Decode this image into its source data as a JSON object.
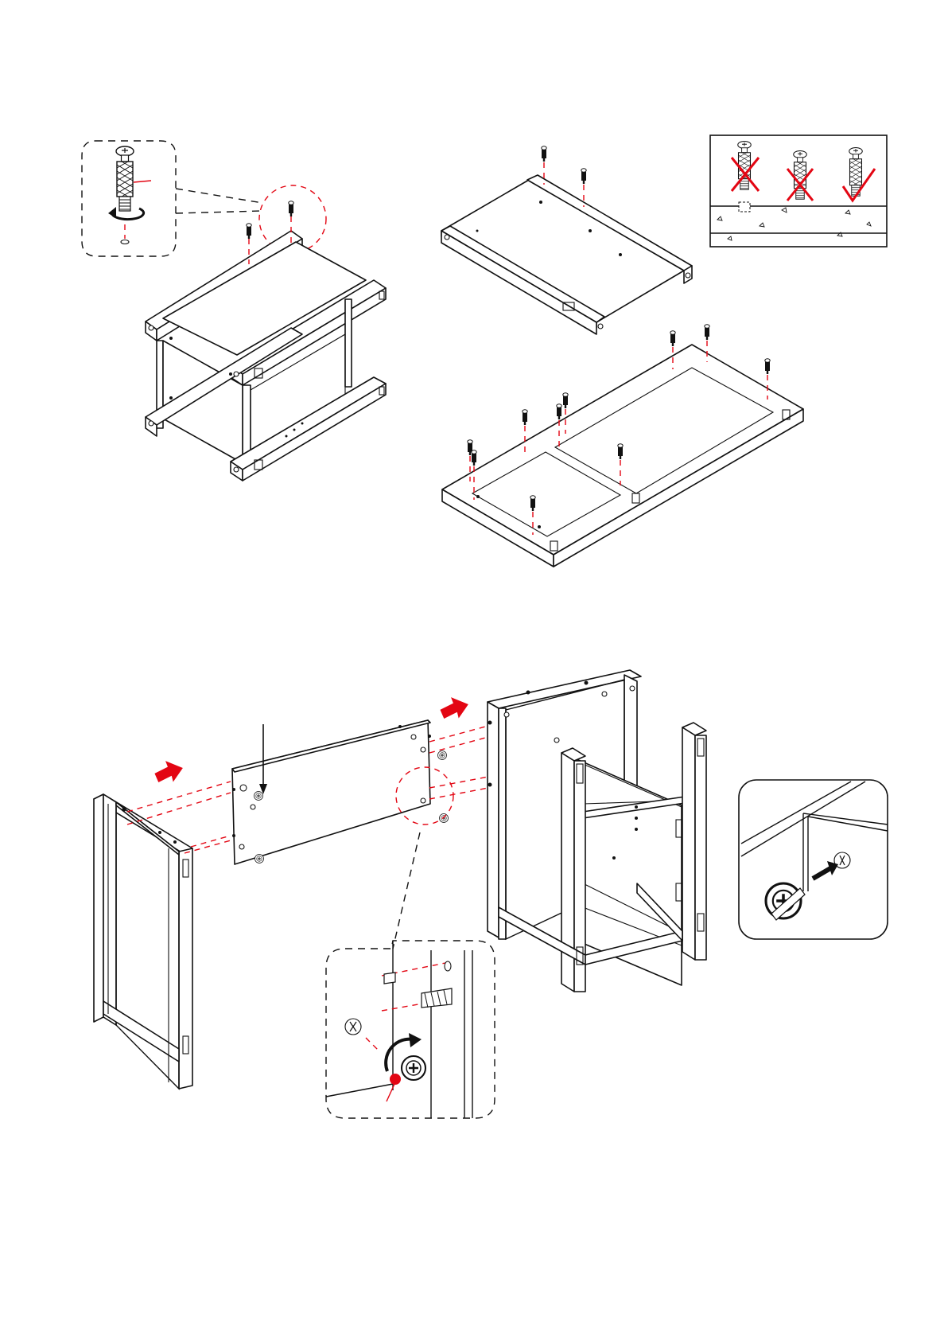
{
  "page": {
    "colors": {
      "line": "#111111",
      "accent": "#e30613",
      "paper": "#ffffff"
    }
  },
  "step_upper": {
    "detail_callout": {
      "icons": [
        "cam-bolt-icon",
        "rotate-arrow-icon"
      ]
    },
    "assembly_frame": {
      "icons": [
        "cam-bolt-icon"
      ]
    },
    "short_panel": {
      "icons": [
        "cam-bolt-icon"
      ]
    },
    "long_panel": {
      "icons": [
        "cam-bolt-icon"
      ]
    },
    "depth_guide": {
      "icons": [
        "cross-mark-icon",
        "cross-mark-icon",
        "check-mark-icon"
      ],
      "states": [
        "too-deep",
        "too-shallow",
        "correct"
      ]
    }
  },
  "step_lower": {
    "side_frame": {
      "icons": []
    },
    "back_panel": {
      "icons": [
        "cam-lock-icon",
        "down-arrow-icon"
      ]
    },
    "cabinet": {
      "icons": []
    },
    "push_arrows": {
      "icons": [
        "right-arrow-icon",
        "right-arrow-icon"
      ]
    },
    "cam_detail": {
      "icons": [
        "cam-lock-icon",
        "rotate-arrow-icon"
      ]
    },
    "cam_inset": {
      "icons": [
        "cam-lock-icon",
        "arrow-icon"
      ]
    }
  }
}
